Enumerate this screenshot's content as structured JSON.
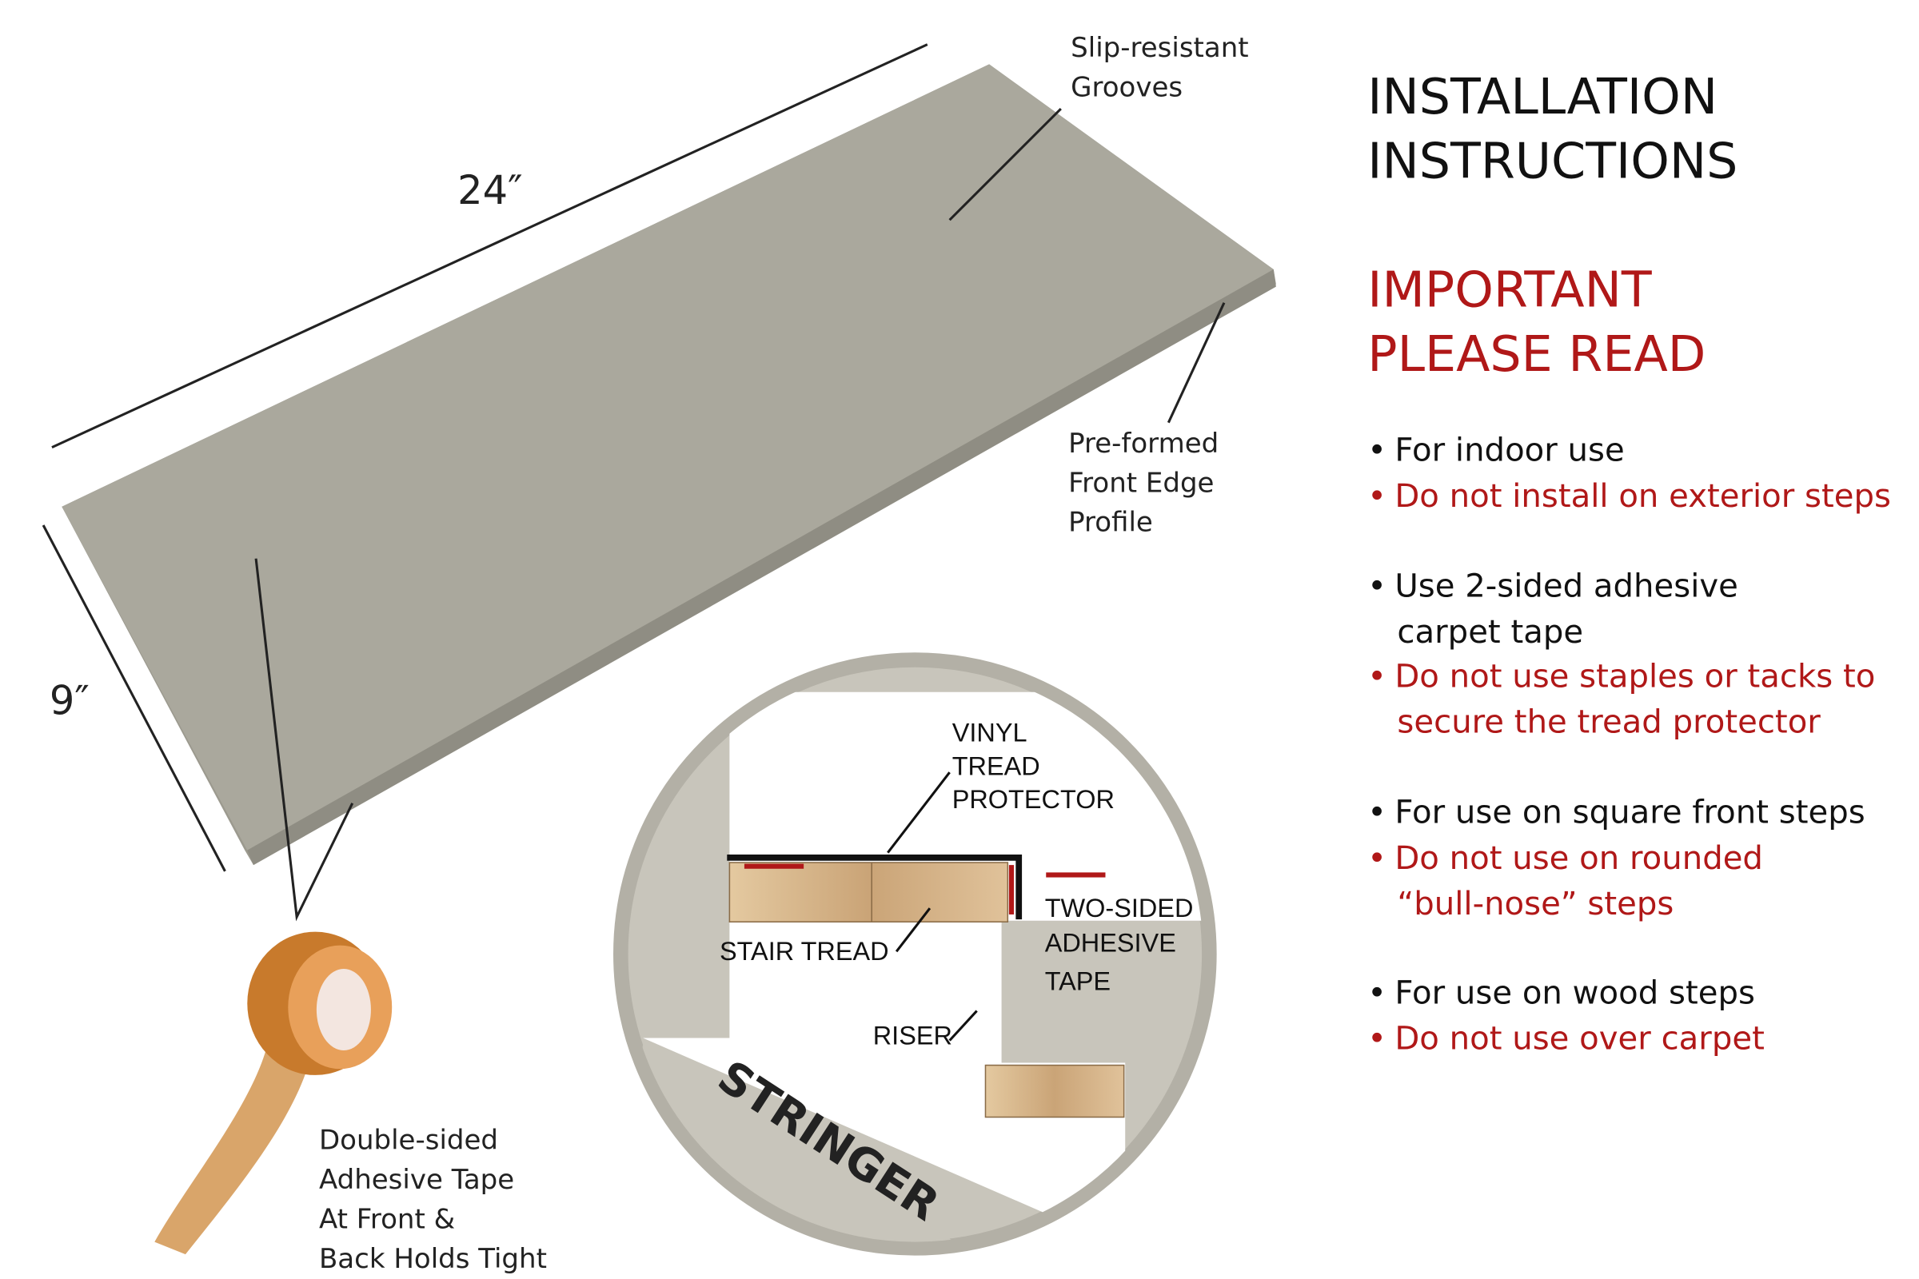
{
  "product": {
    "length": "24″",
    "width": "9″",
    "callouts": {
      "grooves": [
        "Slip-resistant",
        "Grooves"
      ],
      "edge": [
        "Pre-formed",
        "Front Edge",
        "Profile"
      ],
      "tape": [
        "Double-sided",
        "Adhesive Tape",
        "At  Front &",
        "Back Holds Tight"
      ]
    }
  },
  "diagram": {
    "protector": [
      "VINYL",
      "TREAD",
      "PROTECTOR"
    ],
    "tape": [
      "TWO-SIDED",
      "ADHESIVE",
      "TAPE"
    ],
    "stair_tread": "STAIR TREAD",
    "riser": "RISER",
    "stringer": "STRINGER"
  },
  "instructions": {
    "title": [
      "INSTALLATION",
      "INSTRUCTIONS"
    ],
    "important": [
      "IMPORTANT",
      "PLEASE READ"
    ],
    "groups": [
      {
        "do": [
          "For indoor use"
        ],
        "dont": [
          "Do not install on exterior steps"
        ]
      },
      {
        "do": [
          "Use 2-sided adhesive",
          "carpet tape"
        ],
        "dont": [
          "Do not use staples or tacks to",
          "secure the tread protector"
        ]
      },
      {
        "do": [
          "For use on square front steps"
        ],
        "dont": [
          "Do not use on rounded",
          "“bull-nose” steps"
        ]
      },
      {
        "do": [
          "For use on wood steps"
        ],
        "dont": [
          "Do not use over carpet"
        ]
      }
    ]
  },
  "colors": {
    "accent": "#b01818",
    "tread": "#a9a79c"
  }
}
